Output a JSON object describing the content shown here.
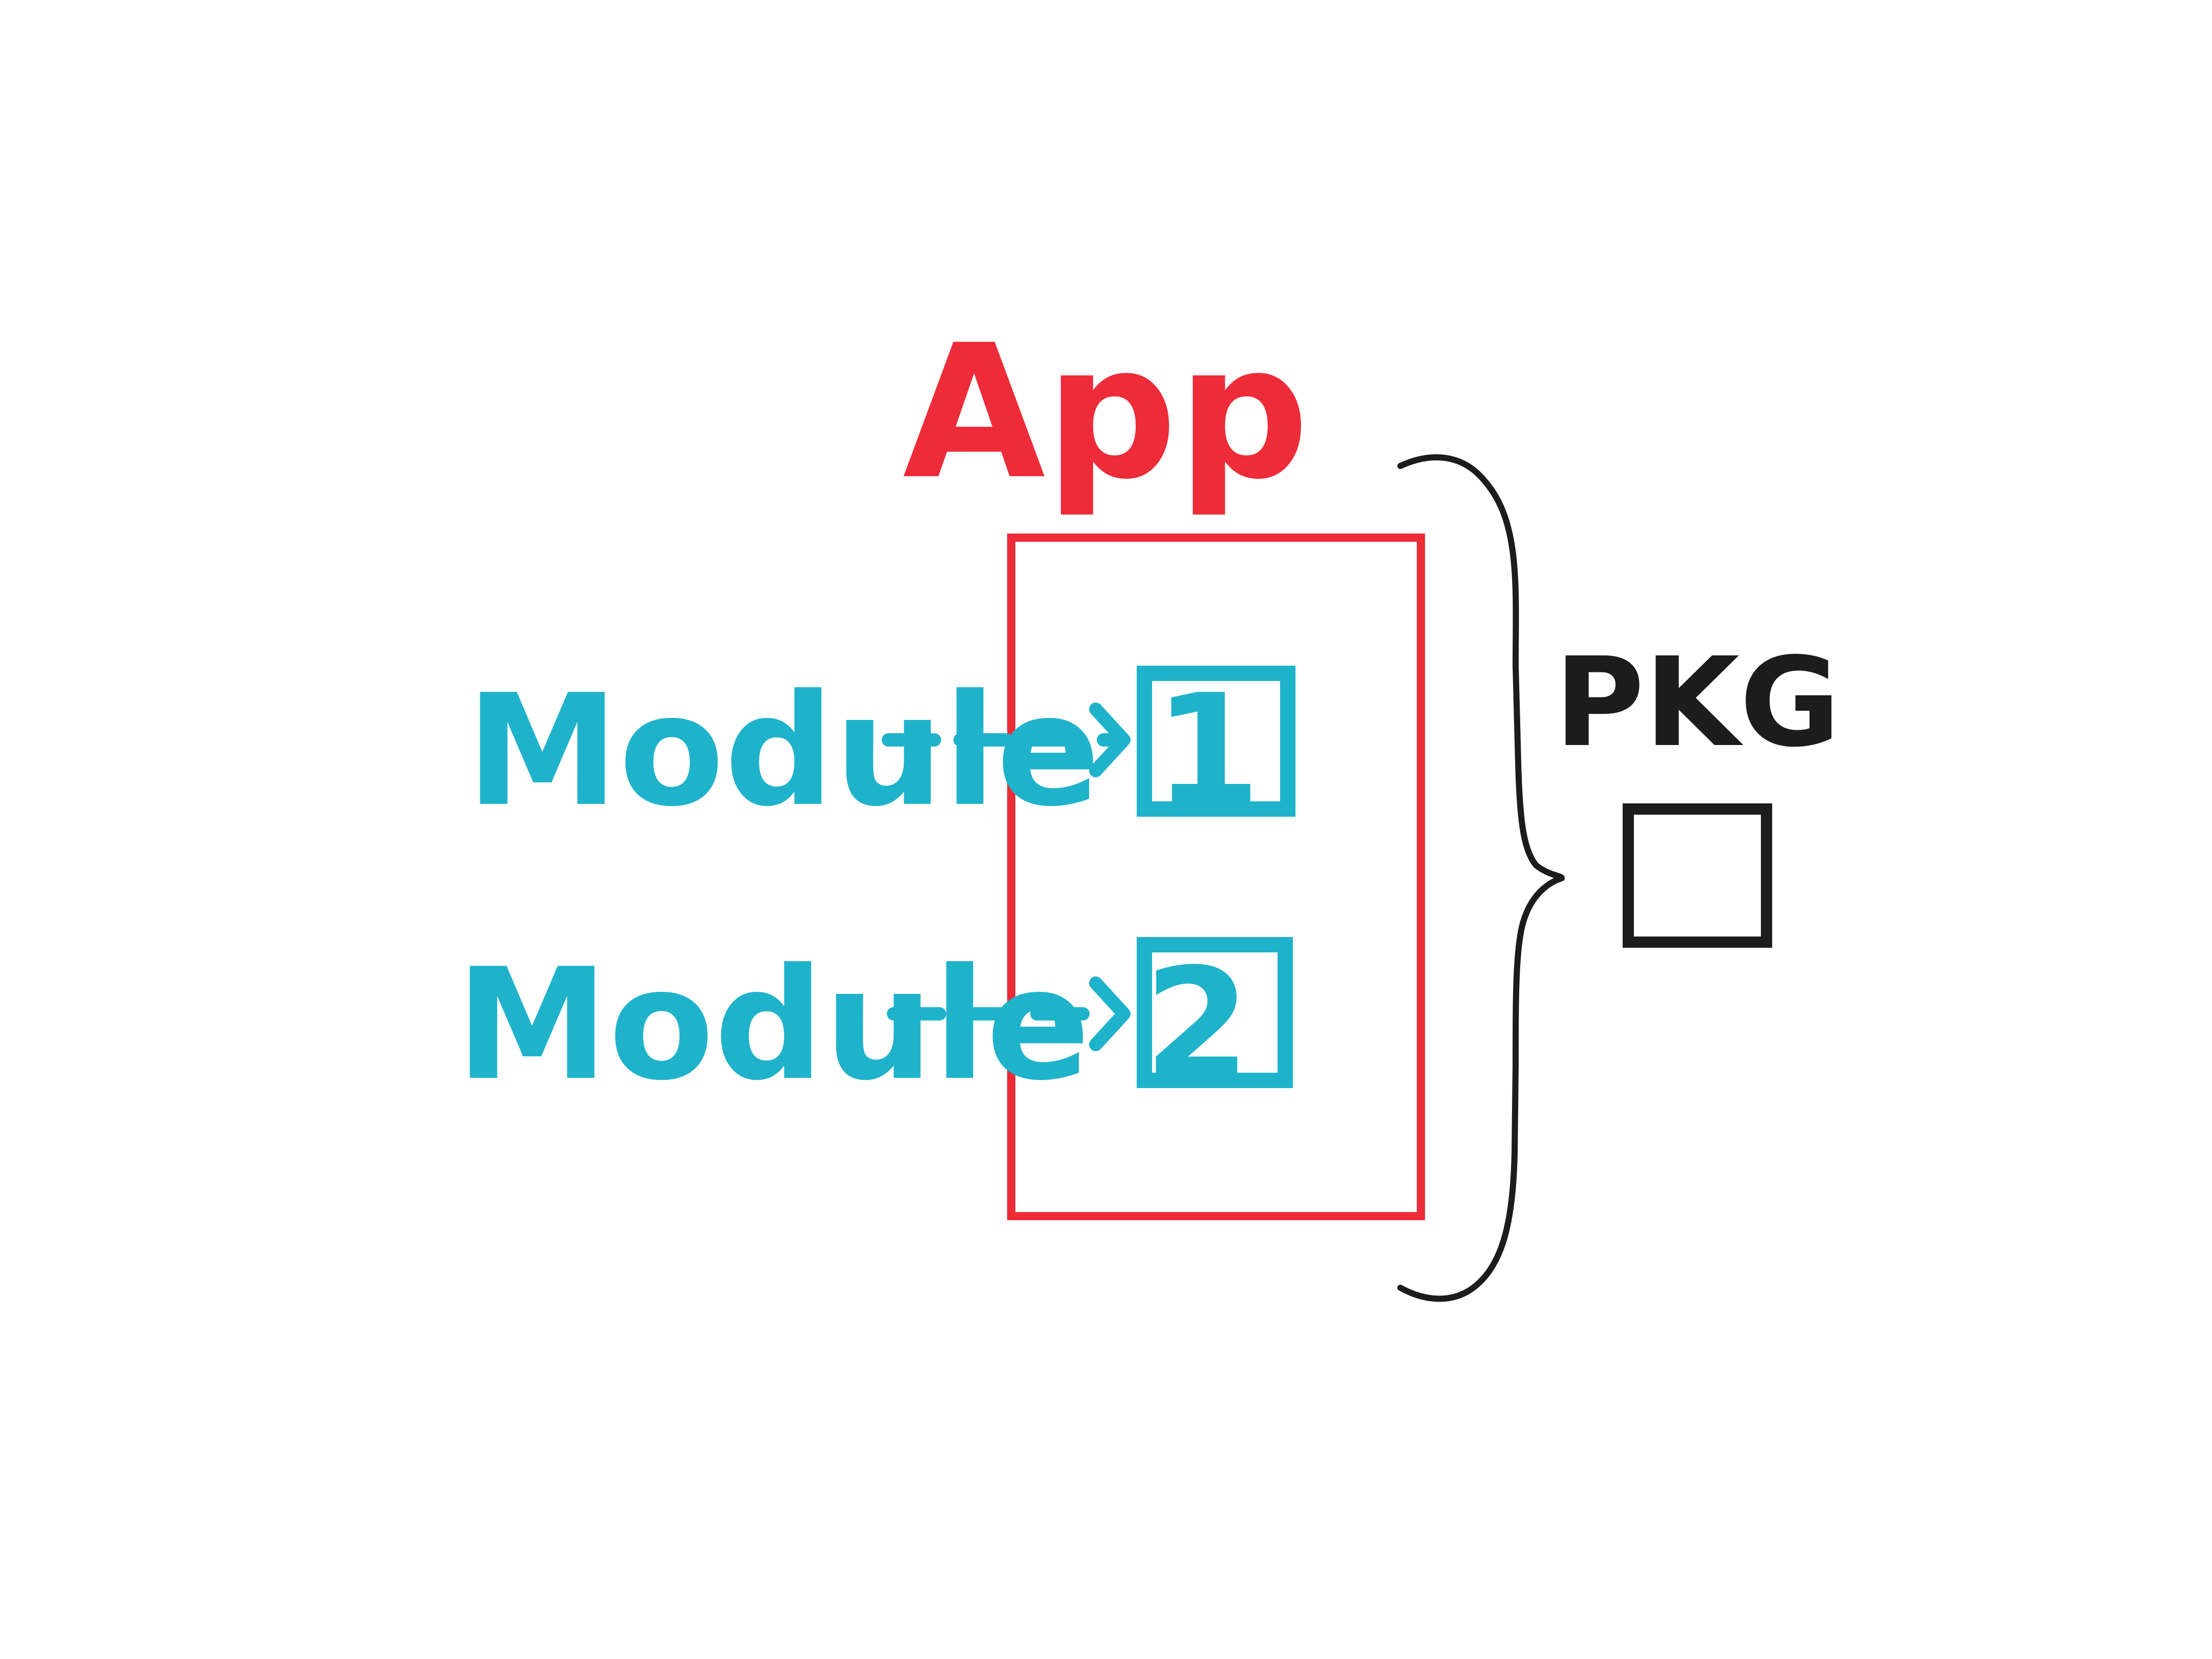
{
  "diagram": {
    "app_label": "App",
    "package_label": "PKG",
    "modules": [
      {
        "label": "Module 1"
      },
      {
        "label": "Module 2"
      }
    ]
  },
  "colors": {
    "app": "#ee2b38",
    "module": "#1fb3cb",
    "package": "#1c1c1c",
    "background": "#ffffff"
  }
}
